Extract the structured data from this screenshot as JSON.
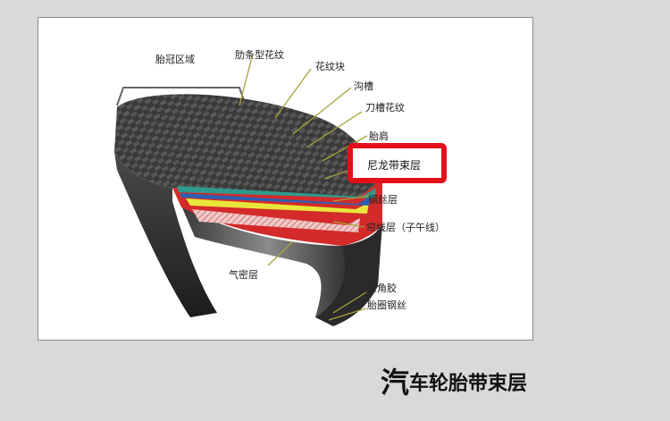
{
  "labels": {
    "tread_area": "胎冠区域",
    "rib_pattern": "肋条型花纹",
    "block_pattern": "花纹块",
    "groove": "沟槽",
    "sipe_pattern": "刀槽花纹",
    "shoulder": "胎肩",
    "nylon_belt": "尼龙带束层",
    "steel_belt": "钢丝层",
    "ply": "帘线层（子午线）",
    "inner_liner": "气密层",
    "apex": "三角胶",
    "bead_wire": "胎圈钢丝"
  },
  "caption": {
    "first_char": "汽",
    "rest": "车轮胎带束层"
  },
  "colors": {
    "highlight_box": "#e3101b",
    "background": "#d9d9d9",
    "tire_rubber": "#2a2a2a",
    "belt_green": "#2e9a8e",
    "belt_blue": "#2b5fb3",
    "steel_yellow": "#e8e63a",
    "ply_pink": "#e9b7b7",
    "ply_red": "#d42a2a"
  }
}
